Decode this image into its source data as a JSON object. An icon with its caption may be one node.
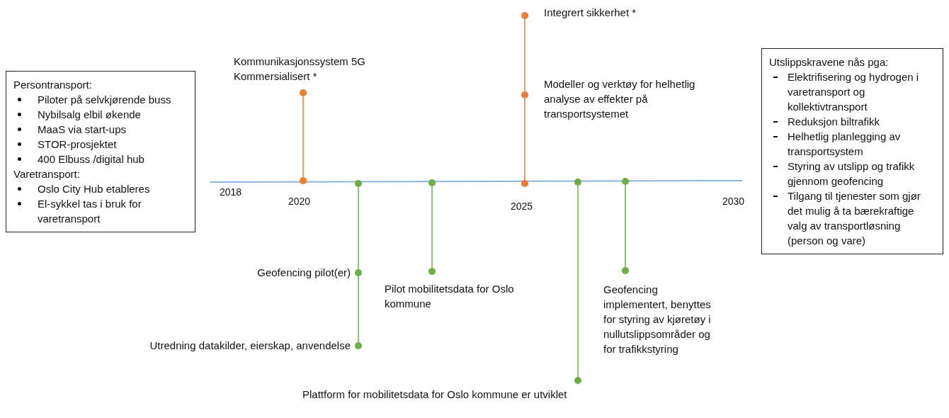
{
  "diagram": {
    "nodes": [
      {
        "text": [
          "Persontransport:",
          "Piloter på selvkjørende buss",
          "Nybilsalg elbil økende",
          "MaaS via start-ups",
          "STOR-prosjektet",
          "400 Elbuss /digital hub",
          "Varetransport:",
          "Oslo City Hub etableres",
          "El-sykkel tas i bruk for varetransport"
        ]
      },
      {
        "text": [],
        "shape": "circle"
      },
      {
        "text": [],
        "shape": "circle",
        "beside": [
          "Kommunikasjonssystem 5G Kommersialisert *"
        ]
      },
      {
        "text": [],
        "shape": "circle"
      },
      {
        "text": [],
        "shape": "circle",
        "beside": [
          "Geofencing pilot(er)"
        ]
      },
      {
        "text": [],
        "shape": "circle",
        "beside": [
          "Utredning datakilder, eierskap, anvendelse"
        ]
      },
      {
        "text": [],
        "shape": "circle"
      },
      {
        "text": [],
        "shape": "circle",
        "beside": [
          "Pilot mobilitetsdata for Oslo kommune"
        ]
      },
      {
        "text": [],
        "shape": "circle"
      },
      {
        "text": [],
        "shape": "circle",
        "beside": [
          "Modeller og verktøy for helhetlig analyse av effekter på transportsystemet"
        ]
      },
      {
        "text": [],
        "shape": "circle",
        "beside": [
          "Integrert sikkerhet *"
        ]
      },
      {
        "text": [],
        "shape": "circle"
      },
      {
        "text": [],
        "shape": "circle",
        "beside": [
          "Plattform for mobilitetsdata for Oslo kommune er utviklet"
        ]
      },
      {
        "text": [],
        "shape": "circle"
      },
      {
        "text": [],
        "shape": "circle",
        "beside": [
          "Geofencing implementert, benyttes for styring av kjøretøy i nullutslippsområder og for trafikkstyring"
        ]
      },
      {
        "text": [
          "Utslippskravene nås pga:",
          "Elektrifisering og hydrogen i varetransport og kollektivtransport",
          "Reduksjon biltrafikk",
          "Helhetlig planlegging av transportsystem",
          "Styring av utslipp og trafikk gjennom geofencing",
          "Tilgang til tjenester som gjør det mulig å ta bærekraftige valg av transportløsning (person og vare)"
        ]
      }
    ],
    "edges": [
      {
        "from": 1,
        "to": 2,
        "arrow": "none",
        "color": "#ed7d31"
      },
      {
        "from": 3,
        "to": 4,
        "arrow": "none"
      },
      {
        "from": 4,
        "to": 5,
        "arrow": "none"
      },
      {
        "from": 6,
        "to": 7,
        "arrow": "none"
      },
      {
        "from": 8,
        "to": 9,
        "arrow": "none",
        "color": "#ed7d31"
      },
      {
        "from": 9,
        "to": 10,
        "arrow": "none",
        "color": "#ed7d31"
      },
      {
        "from": 11,
        "to": 12,
        "arrow": "none"
      },
      {
        "from": 13,
        "to": 14,
        "arrow": "none"
      }
    ],
    "labels": [
      "2018",
      "2020",
      "2025",
      "2030"
    ]
  }
}
